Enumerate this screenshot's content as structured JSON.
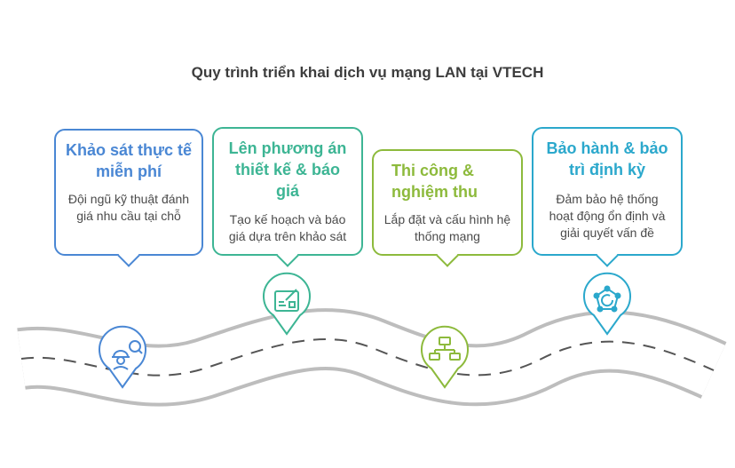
{
  "title": "Quy trình triển khai dịch vụ mạng LAN tại VTECH",
  "steps": [
    {
      "title": "Khảo sát thực tế miễn phí",
      "desc": "Đội ngũ kỹ thuật đánh giá nhu cầu tại chỗ",
      "color": "#4a87d4",
      "icon": "engineer-search-icon"
    },
    {
      "title": "Lên phương án thiết kế & báo giá",
      "desc": "Tạo kế hoạch và báo giá dựa trên khảo sát",
      "color": "#3db594",
      "icon": "design-blueprint-icon"
    },
    {
      "title": "Thi công & nghiệm thu",
      "desc": "Lắp đặt và cấu hình hệ thống mạng",
      "color": "#8dba3c",
      "icon": "network-computers-icon"
    },
    {
      "title": "Bảo hành & bảo trì định kỳ",
      "desc": "Đảm bảo hệ thống hoạt động ổn định và giải quyết vấn đề",
      "color": "#2ba8cc",
      "icon": "maintenance-cycle-icon"
    }
  ]
}
